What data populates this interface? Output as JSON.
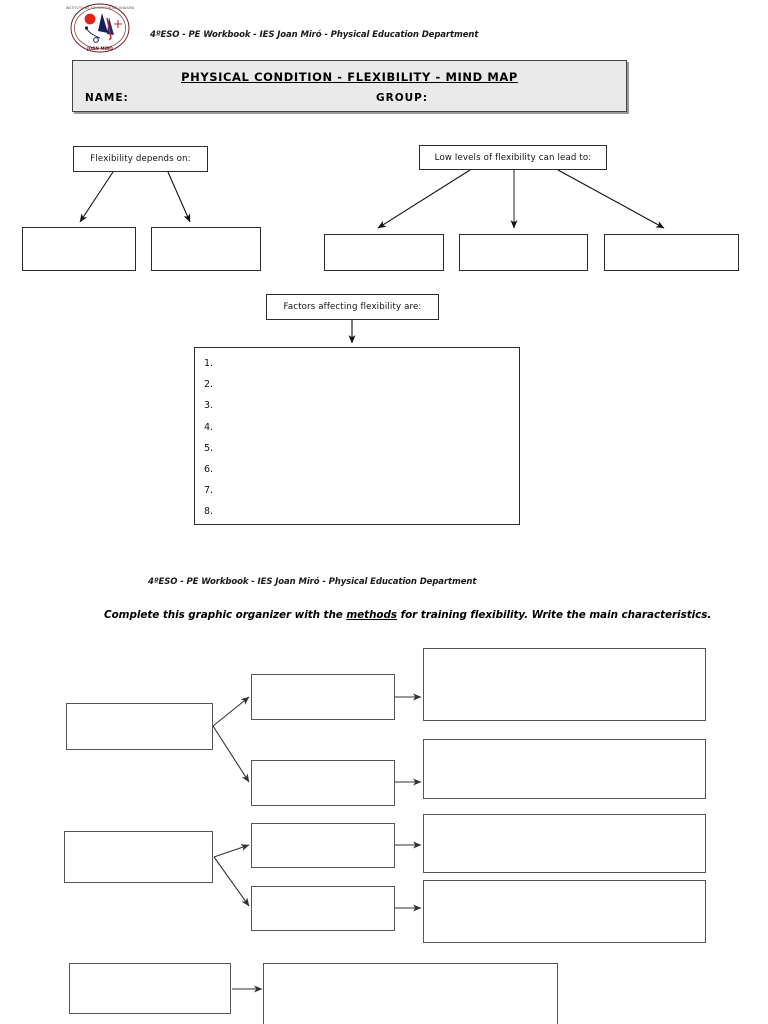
{
  "document": {
    "header_text": "4ºESO - PE Workbook - IES Joan Miró - Physical Education Department",
    "logo_name": "ies-joan-miro-seal"
  },
  "title_block": {
    "heading": "PHYSICAL CONDITION - FLEXIBILITY - MIND MAP",
    "name_label": "NAME:",
    "group_label": "GROUP:"
  },
  "mind_map": {
    "left_branch": {
      "label": "Flexibility depends on:",
      "answer_boxes": [
        "",
        ""
      ]
    },
    "right_branch": {
      "label": "Low levels of flexibility can lead to:",
      "answer_boxes": [
        "",
        "",
        ""
      ]
    },
    "factors": {
      "label": "Factors affecting flexibility are:",
      "items": [
        "1.",
        "2.",
        "3.",
        "4.",
        "5.",
        "6.",
        "7.",
        "8."
      ]
    }
  },
  "page_two": {
    "header_text": "4ºESO - PE Workbook - IES Joan Miró - Physical Education Department",
    "instruction_part_1": "Complete this graphic organizer with the ",
    "instruction_underlined": "methods",
    "instruction_part_2": " for training flexibility. Write the main characteristics.",
    "organizer": {
      "method_group_1": {
        "root": "",
        "branches": [
          "",
          ""
        ],
        "details": [
          "",
          ""
        ]
      },
      "method_group_2": {
        "root": "",
        "branches": [
          "",
          ""
        ],
        "details": [
          "",
          ""
        ]
      },
      "method_group_3": {
        "root": "",
        "detail": ""
      }
    }
  },
  "colors": {
    "title_fill": "#eaeaea",
    "border": "#2b2b2b",
    "page": "#ffffff"
  }
}
